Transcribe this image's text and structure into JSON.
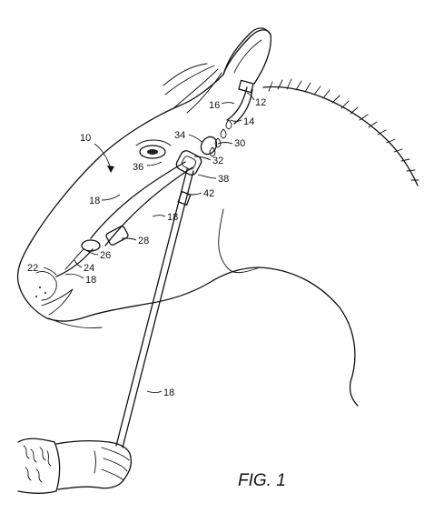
{
  "figure": {
    "caption": "FIG. 1",
    "reference_numerals": [
      {
        "id": "10",
        "text": "10"
      },
      {
        "id": "12",
        "text": "12"
      },
      {
        "id": "14",
        "text": "14"
      },
      {
        "id": "16",
        "text": "16"
      },
      {
        "id": "18a",
        "text": "18"
      },
      {
        "id": "18b",
        "text": "18"
      },
      {
        "id": "18c",
        "text": "18"
      },
      {
        "id": "18d",
        "text": "18"
      },
      {
        "id": "22",
        "text": "22"
      },
      {
        "id": "24",
        "text": "24"
      },
      {
        "id": "26",
        "text": "26"
      },
      {
        "id": "28",
        "text": "28"
      },
      {
        "id": "30",
        "text": "30"
      },
      {
        "id": "32",
        "text": "32"
      },
      {
        "id": "34",
        "text": "34"
      },
      {
        "id": "36",
        "text": "36"
      },
      {
        "id": "38",
        "text": "38"
      },
      {
        "id": "42",
        "text": "42"
      }
    ]
  }
}
